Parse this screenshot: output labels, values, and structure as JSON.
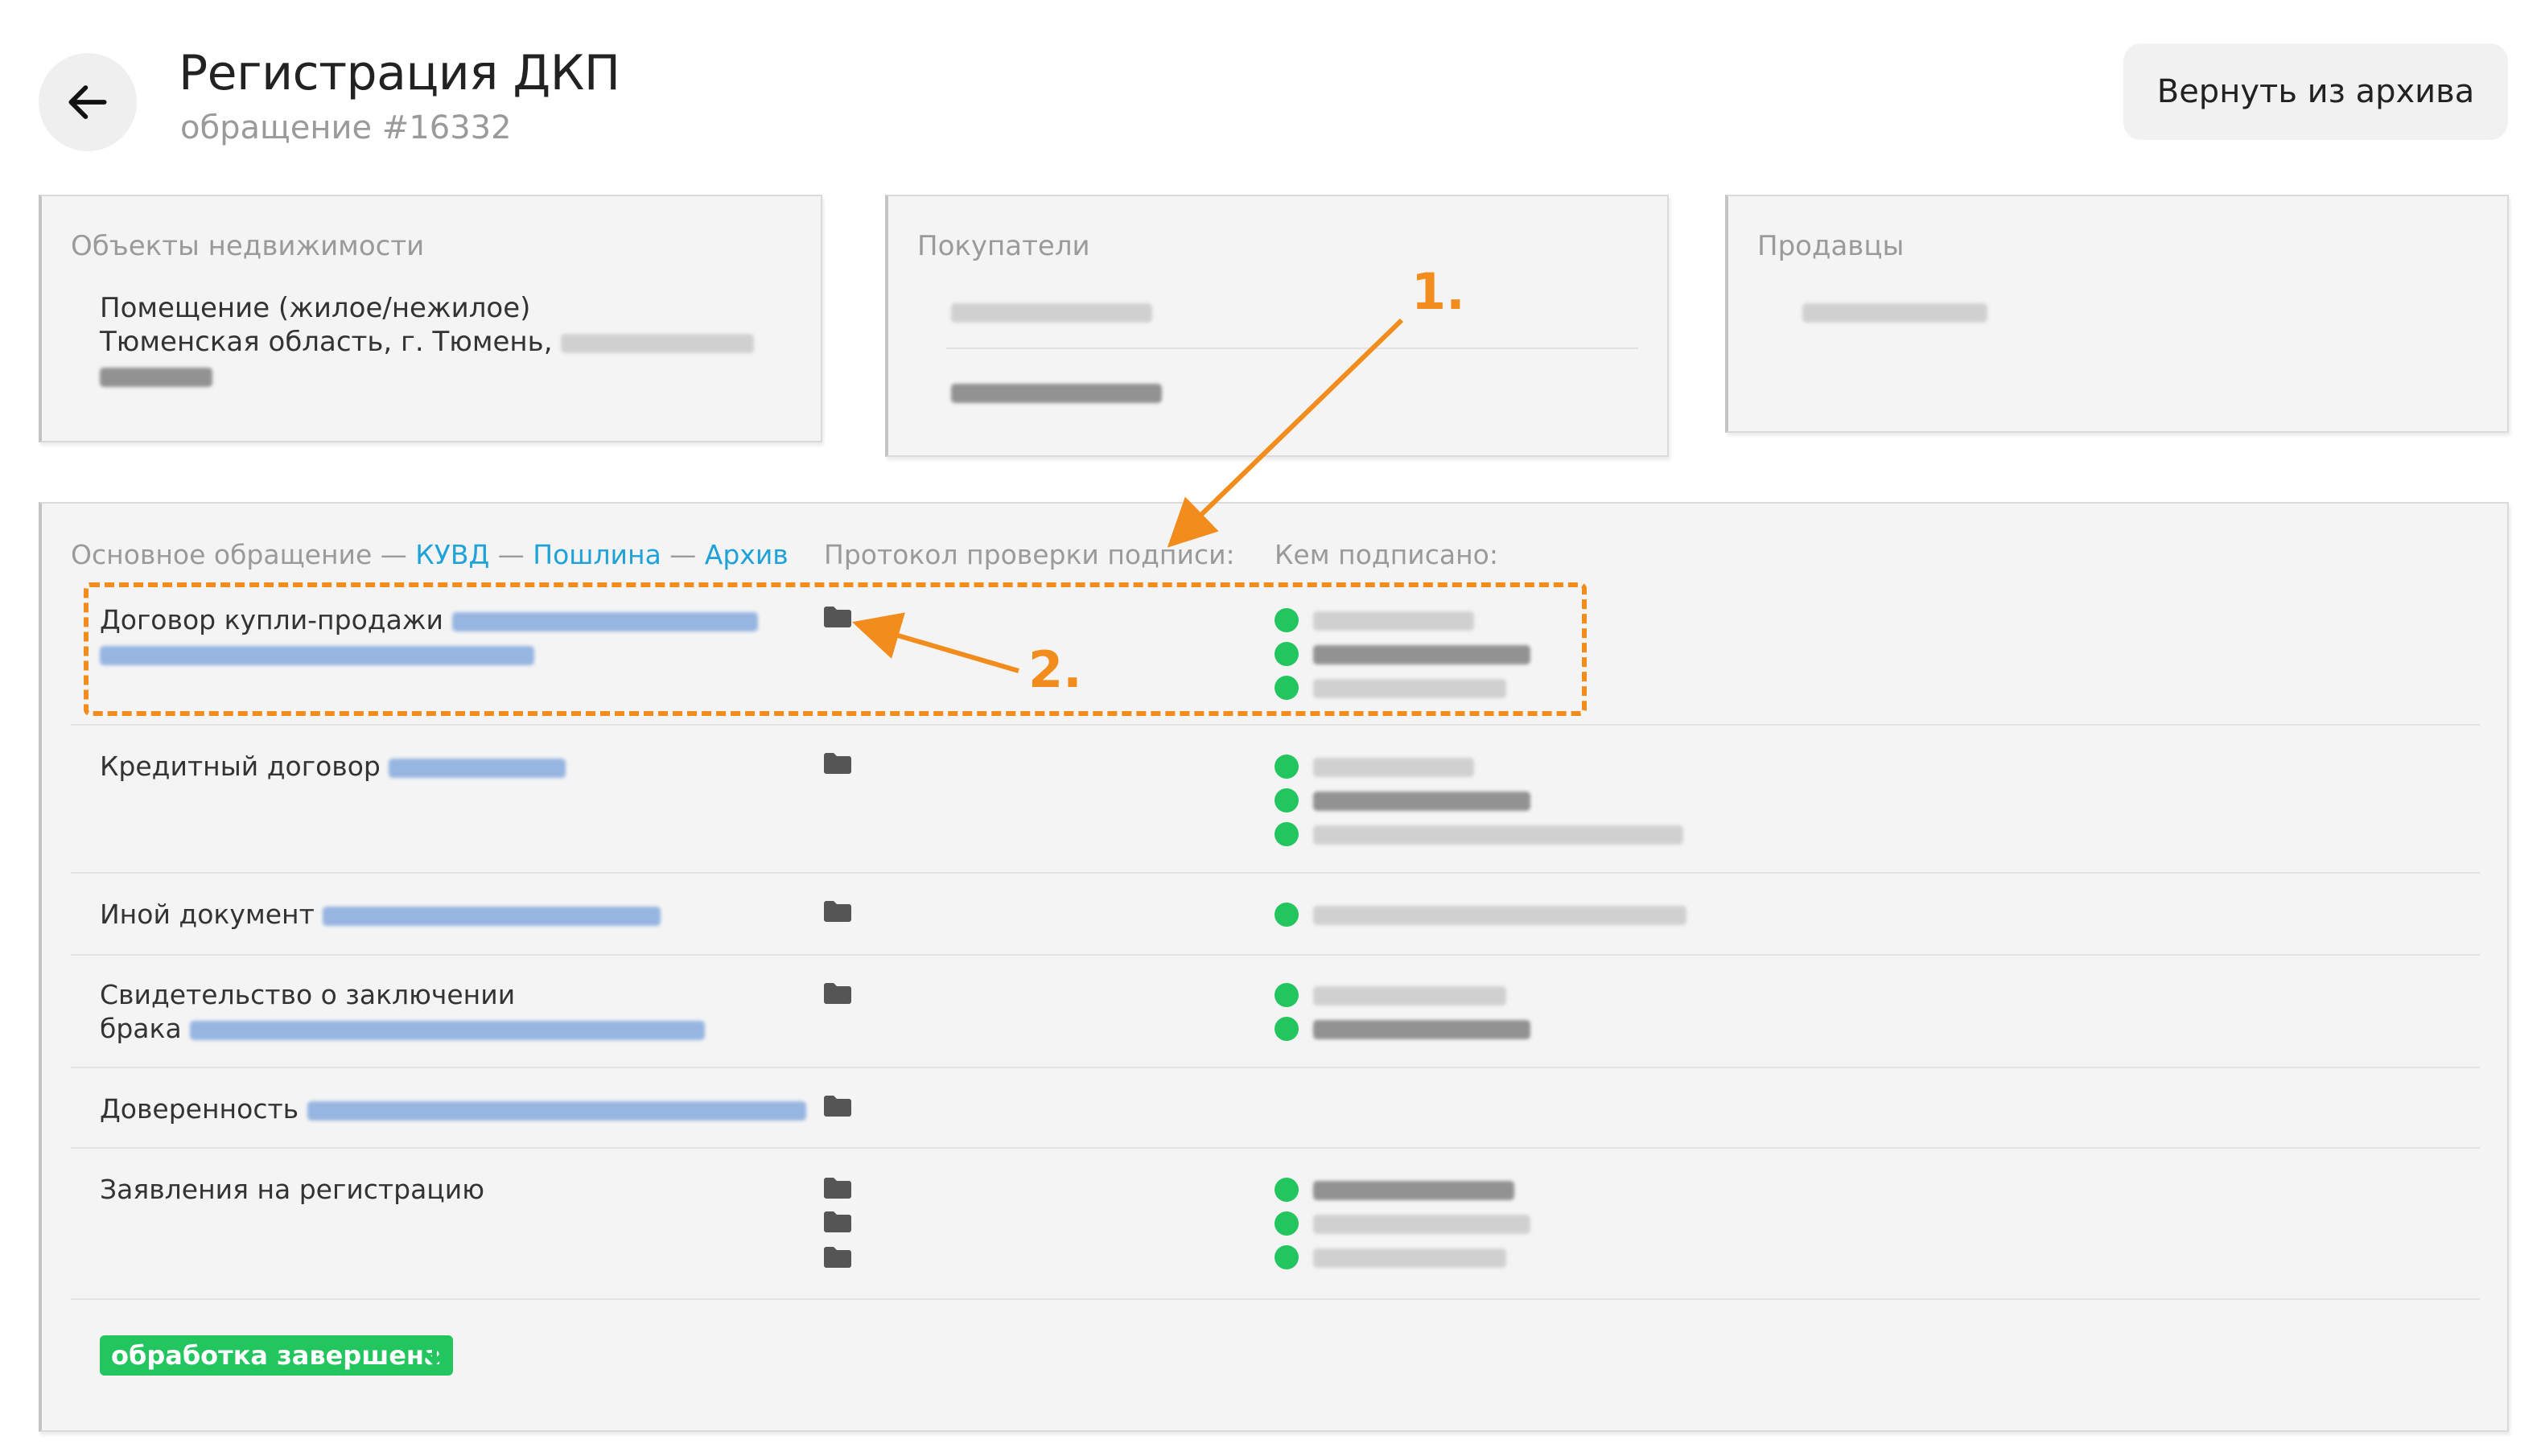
{
  "header": {
    "title": "Регистрация ДКП",
    "subtitle": "обращение #16332",
    "archive_button": "Вернуть из архива"
  },
  "cards": {
    "objects": {
      "heading": "Объекты недвижимости",
      "line1": "Помещение (жилое/нежилое)",
      "line2": "Тюменская область, г. Тюмень,"
    },
    "buyers": {
      "heading": "Покупатели"
    },
    "sellers": {
      "heading": "Продавцы"
    }
  },
  "main": {
    "col1_prefix": "Основное обращение",
    "sep": " — ",
    "link_kuvd": "КУВД",
    "link_fee": "Пошлина",
    "link_archive": "Архив",
    "col2": "Протокол проверки подписи:",
    "col3": "Кем подписано:",
    "rows": [
      {
        "label": "Договор купли-продажи"
      },
      {
        "label": "Кредитный договор"
      },
      {
        "label": "Иной документ"
      },
      {
        "label": "Свидетельство о заключении",
        "label2": "брака"
      },
      {
        "label": "Доверенность"
      },
      {
        "label": "Заявления на регистрацию"
      }
    ],
    "status": "обработка завершена"
  },
  "annotations": {
    "one": "1.",
    "two": "2."
  },
  "colors": {
    "accent_link": "#1ea2d7",
    "status_green": "#22c55e",
    "annotation_orange": "#f28c1c"
  }
}
